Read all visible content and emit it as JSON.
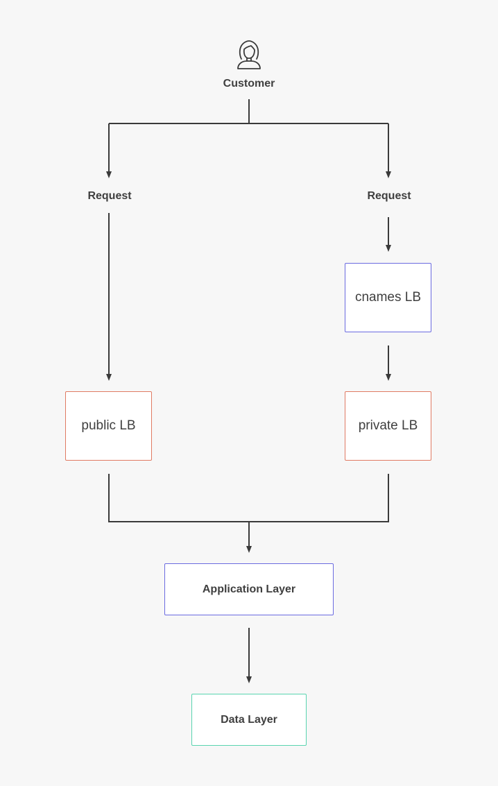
{
  "colors": {
    "background": "#f7f7f7",
    "line": "#3a3a3a",
    "blue_border": "#6a6ae0",
    "red_border": "#e07a62",
    "green_border": "#58d4b0"
  },
  "actor": {
    "icon": "person-icon",
    "label": "Customer"
  },
  "branches": {
    "left_request": "Request",
    "right_request": "Request"
  },
  "nodes": {
    "cnames_lb": "cnames LB",
    "public_lb": "public LB",
    "private_lb": "private LB",
    "application_layer": "Application Layer",
    "data_layer": "Data Layer"
  }
}
